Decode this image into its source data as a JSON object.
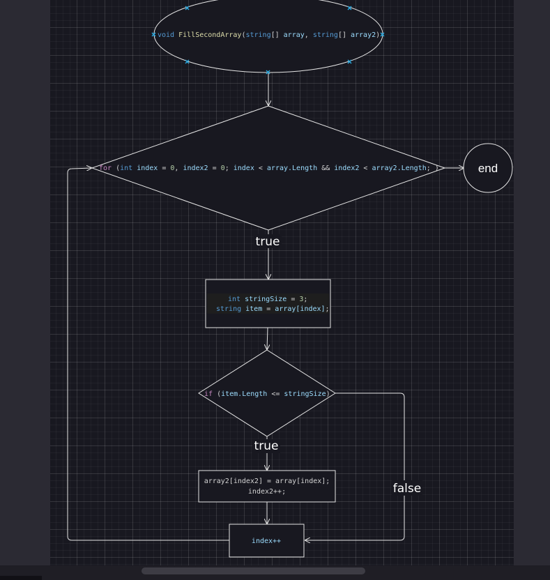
{
  "colors": {
    "background": "#2b2a33",
    "canvas": "#181820",
    "shape_stroke": "#e6e6e6",
    "keyword_pink": "#c586c0",
    "keyword_blue": "#569cd6",
    "identifier": "#9cdcfe",
    "function": "#dcdcaa",
    "number": "#b5cea8",
    "operator": "#d4d4d4",
    "handle": "#29a9e0"
  },
  "start": {
    "void": "void",
    "fn": "FillSecondArray",
    "p1": "(",
    "t1": "string",
    "p2": "[] ",
    "a1": "array",
    "p3": ", ",
    "t2": "string",
    "p4": "[] ",
    "a2": "array2",
    "p5": ")"
  },
  "loop": {
    "for": "for",
    "p1": " (",
    "int": "int",
    "v1": " index ",
    "o1": "= ",
    "n1": "0",
    "o2": ", ",
    "v2": "index2 ",
    "o3": "= ",
    "n2": "0",
    "o4": "; ",
    "v3": "index ",
    "o5": "< ",
    "v4": "array.Length ",
    "o6": "&& ",
    "v5": "index2 ",
    "o7": "< ",
    "v6": "array2.Length",
    "o8": "; )"
  },
  "end_label": "end",
  "init": {
    "l1_int": "int",
    "l1_var": " stringSize ",
    "l1_eq": "= ",
    "l1_num": "3",
    "l1_semi": ";",
    "l2_string": "string",
    "l2_var": " item ",
    "l2_eq": "= ",
    "l2_expr": "array[index]",
    "l2_semi": ";"
  },
  "cond": {
    "if": "if",
    "p1": " (",
    "expr": "item.Length ",
    "op": "<= ",
    "var": "stringSize",
    "p2": ")"
  },
  "assign": {
    "line1": "array2[index2] = array[index];",
    "line2": "index2++;"
  },
  "increment": "index++",
  "labels": {
    "true1": "true",
    "true2": "true",
    "false": "false"
  }
}
